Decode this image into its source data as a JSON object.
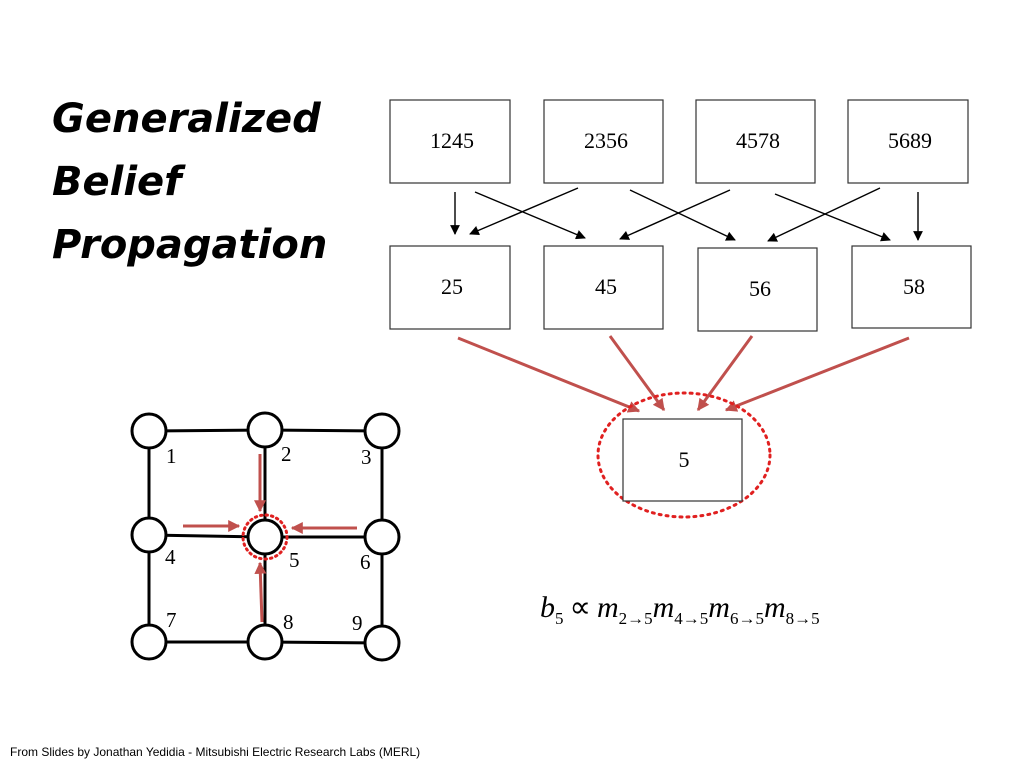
{
  "title": {
    "line1": "Generalized",
    "line2": "Belief",
    "line3": "Propagation"
  },
  "top_regions": [
    "1245",
    "2356",
    "4578",
    "5689"
  ],
  "mid_regions": [
    "25",
    "45",
    "56",
    "58"
  ],
  "bottom_region": "5",
  "grid_nodes": [
    "1",
    "2",
    "3",
    "4",
    "5",
    "6",
    "7",
    "8",
    "9"
  ],
  "formula": {
    "b": "b",
    "b_sub": "5",
    "prop": "∝",
    "m": "m",
    "subs": [
      "2→5",
      "4→5",
      "6→5",
      "8→5"
    ]
  },
  "colors": {
    "message_arrow": "#c0504d",
    "dotted_circle": "#e02020"
  },
  "footer": "From Slides by Jonathan Yedidia  - Mitsubishi Electric Research Labs (MERL)"
}
